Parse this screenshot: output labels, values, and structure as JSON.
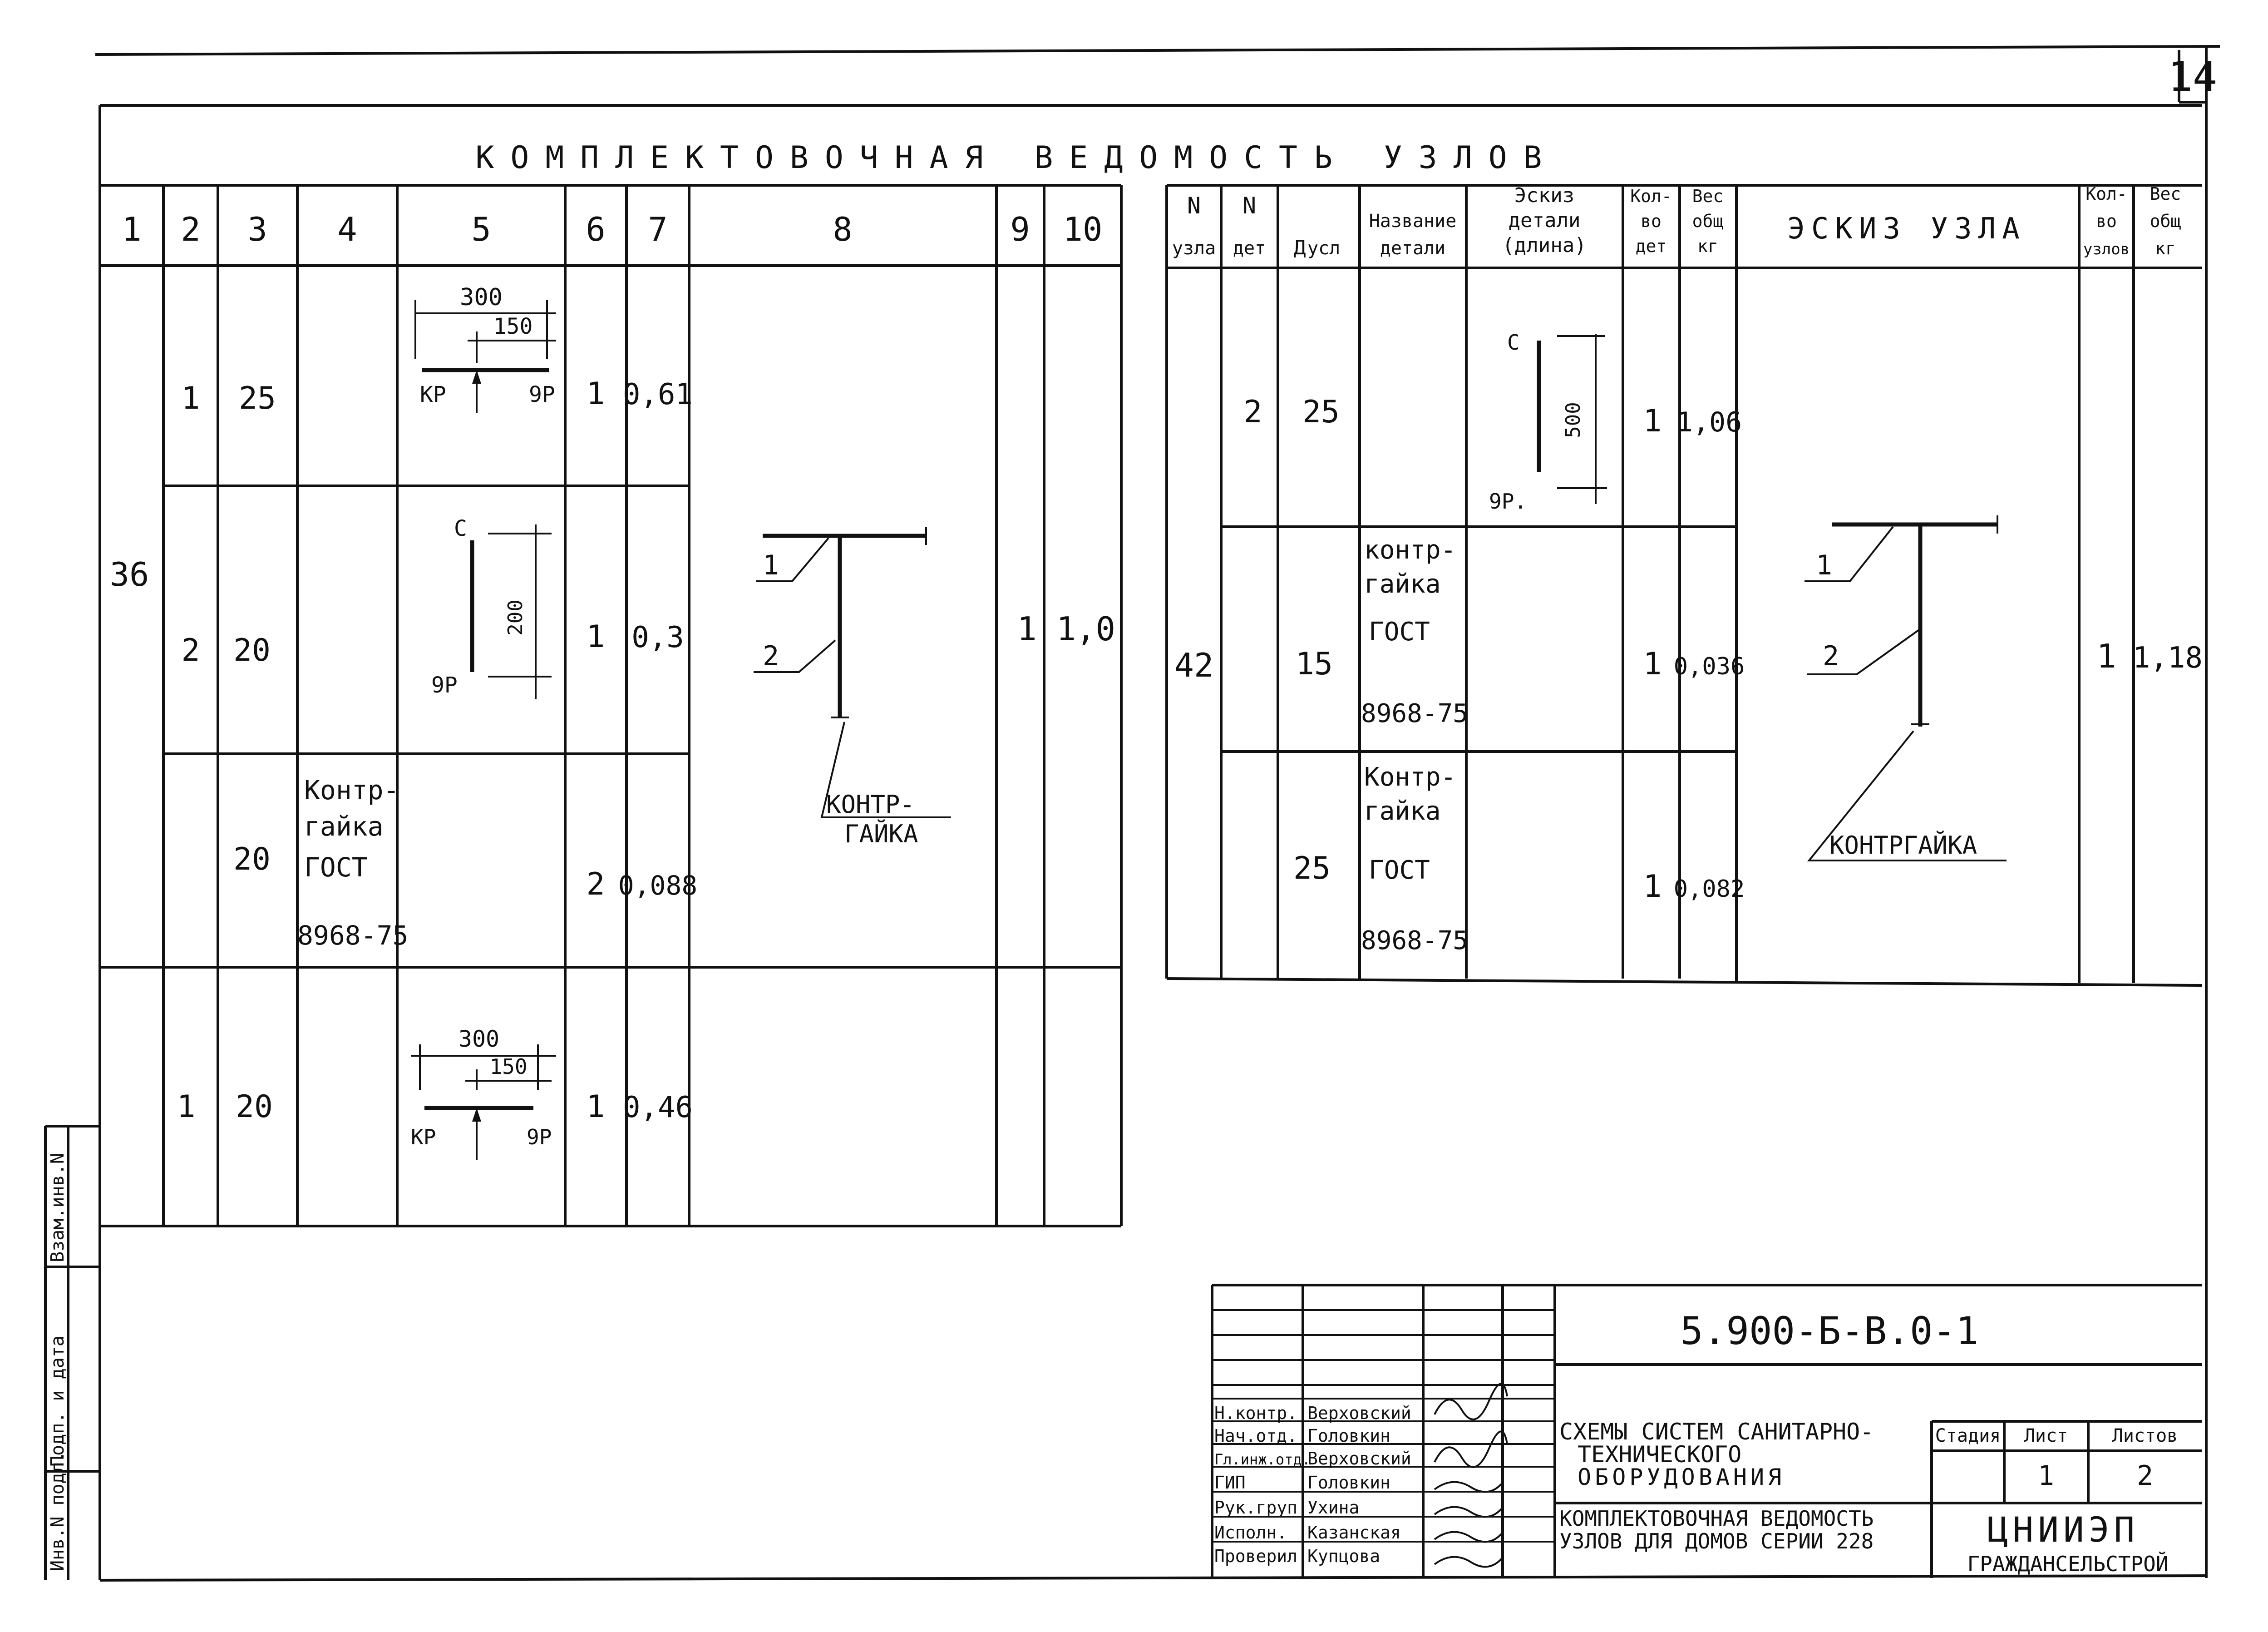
{
  "sheet_number": "14",
  "title": "КОМПЛЕКТОВОЧНАЯ ВЕДОМОСТЬ УЗЛОВ",
  "left_table": {
    "headers": [
      "1",
      "2",
      "3",
      "4",
      "5",
      "6",
      "7",
      "8",
      "9",
      "10"
    ],
    "node": "36",
    "rows": [
      {
        "det": "1",
        "dn": "25",
        "name": "",
        "qty": "1",
        "weight": "0,61"
      },
      {
        "det": "2",
        "dn": "20",
        "name": "",
        "qty": "1",
        "weight": "0,3"
      },
      {
        "det": "",
        "dn": "20",
        "name": [
          "Контр-",
          "гайка",
          "ГОСТ",
          "8968-75"
        ],
        "qty": "2",
        "weight": "0,088"
      },
      {
        "det": "1",
        "dn": "20",
        "name": "",
        "qty": "1",
        "weight": "0,46"
      }
    ],
    "node_qty": "1",
    "node_weight": "1,0",
    "sketch_labels": {
      "leader1": "1",
      "leader2": "2",
      "counter_nut": [
        "КОНТР-",
        "ГАЙКА"
      ]
    },
    "detail_sketches": {
      "d1": {
        "dim_total": "300",
        "dim_half": "150",
        "left": "КР",
        "right": "9Р"
      },
      "d2": {
        "dim": "200",
        "top": "С",
        "bottom": "9Р"
      },
      "d4": {
        "dim_total": "300",
        "dim_half": "150",
        "left": "КР",
        "right": "9Р"
      }
    }
  },
  "right_table": {
    "headers": {
      "node_no": [
        "N",
        "узла"
      ],
      "det_no": [
        "N",
        "дет"
      ],
      "dn": [
        "Д",
        "усл"
      ],
      "name": [
        "Название",
        "детали"
      ],
      "sketch": [
        "Эскиз",
        "детали",
        "(длина)"
      ],
      "qty": [
        "Кол-",
        "во",
        "дет"
      ],
      "weight": [
        "Вес",
        "общ",
        "кг"
      ],
      "node_sketch": "ЭСКИЗ УЗЛА",
      "node_qty": [
        "Кол-",
        "во",
        "узлов"
      ],
      "node_weight": [
        "Вес",
        "общ",
        "кг"
      ]
    },
    "node": "42",
    "rows": [
      {
        "det": "2",
        "dn": "25",
        "name": "",
        "qty": "1",
        "weight": "1,06"
      },
      {
        "det": "",
        "dn": "15",
        "name": [
          "контр-",
          "гайка",
          "ГОСТ",
          "8968-75"
        ],
        "qty": "1",
        "weight": "0,036"
      },
      {
        "det": "",
        "dn": "25",
        "name": [
          "Контр-",
          "гайка",
          "ГОСТ",
          "8968-75"
        ],
        "qty": "1",
        "weight": "0,082"
      }
    ],
    "node_qty": "1",
    "node_weight": "1,18",
    "sketch_labels": {
      "leader1": "1",
      "leader2": "2",
      "counter_nut": "КОНТРГАЙКА"
    },
    "detail_sketch": {
      "dim": "500",
      "top": "С",
      "bottom": "9Р."
    }
  },
  "side_stamp": [
    "Инв.N подл.",
    "Подп. и дата",
    "Взам.инв.N"
  ],
  "title_block": {
    "code": "5.900-Б-В.0-1",
    "signatures": [
      {
        "role": "Н.контр.",
        "name": "Верховский"
      },
      {
        "role": "Нач.отд.",
        "name": "Головкин"
      },
      {
        "role": "Гл.инж.отд.",
        "name": "Верховский"
      },
      {
        "role": "ГИП",
        "name": "Головкин"
      },
      {
        "role": "Рук.груп.",
        "name": "Ухина"
      },
      {
        "role": "Исполн.",
        "name": "Казанская"
      },
      {
        "role": "Проверил",
        "name": "Купцова"
      }
    ],
    "project_name": [
      "СХЕМЫ СИСТЕМ САНИТАРНО-",
      "ТЕХНИЧЕСКОГО",
      "ОБОРУДОВАНИЯ"
    ],
    "sheet_title": [
      "КОМПЛЕКТОВОЧНАЯ ВЕДОМОСТЬ",
      "УЗЛОВ ДЛЯ ДОМОВ СЕРИИ 228"
    ],
    "stage_label": "Стадия",
    "sheet_label": "Лист",
    "sheets_label": "Листов",
    "stage": "",
    "sheet": "1",
    "sheets": "2",
    "org": [
      "ЦНИИЭП",
      "ГРАЖДАНСЕЛЬСТРОЙ"
    ]
  }
}
